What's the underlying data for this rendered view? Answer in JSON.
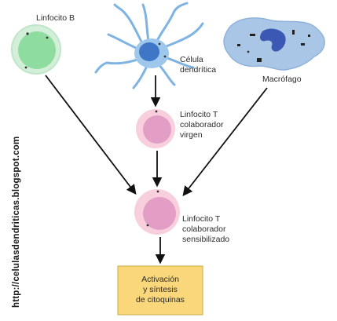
{
  "watermark_url": "http://celulasdendriticas.blogspot.com",
  "nodes": {
    "b_cell": {
      "label": "Linfocito B"
    },
    "dendritic_cell": {
      "label_lines": [
        "Célula",
        "dendrítica"
      ]
    },
    "macrophage": {
      "label": "Macrófago"
    },
    "naive_t_cell": {
      "label_lines": [
        "Linfocito T",
        "colaborador",
        "virgen"
      ]
    },
    "sensitized_t_cell": {
      "label_lines": [
        "Linfocito T",
        "colaborador",
        "sensibilizado"
      ]
    },
    "result_box": {
      "label_lines": [
        "Activación",
        "y síntesis",
        "de citoquinas"
      ]
    }
  },
  "colors": {
    "b_cell_fill": "#8fdca0",
    "b_cell_membrane": "#d4efd9",
    "dendritic_body": "#9ec7ec",
    "dendritic_nucleus": "#3f77c6",
    "macrophage_body": "#a9c6e6",
    "macrophage_nucleus": "#3b59b4",
    "t_cell_membrane": "#f8cfdc",
    "t_cell_nucleus": "#e39ec5",
    "result_box_fill": "#f9d77a",
    "arrow": "#111111"
  }
}
